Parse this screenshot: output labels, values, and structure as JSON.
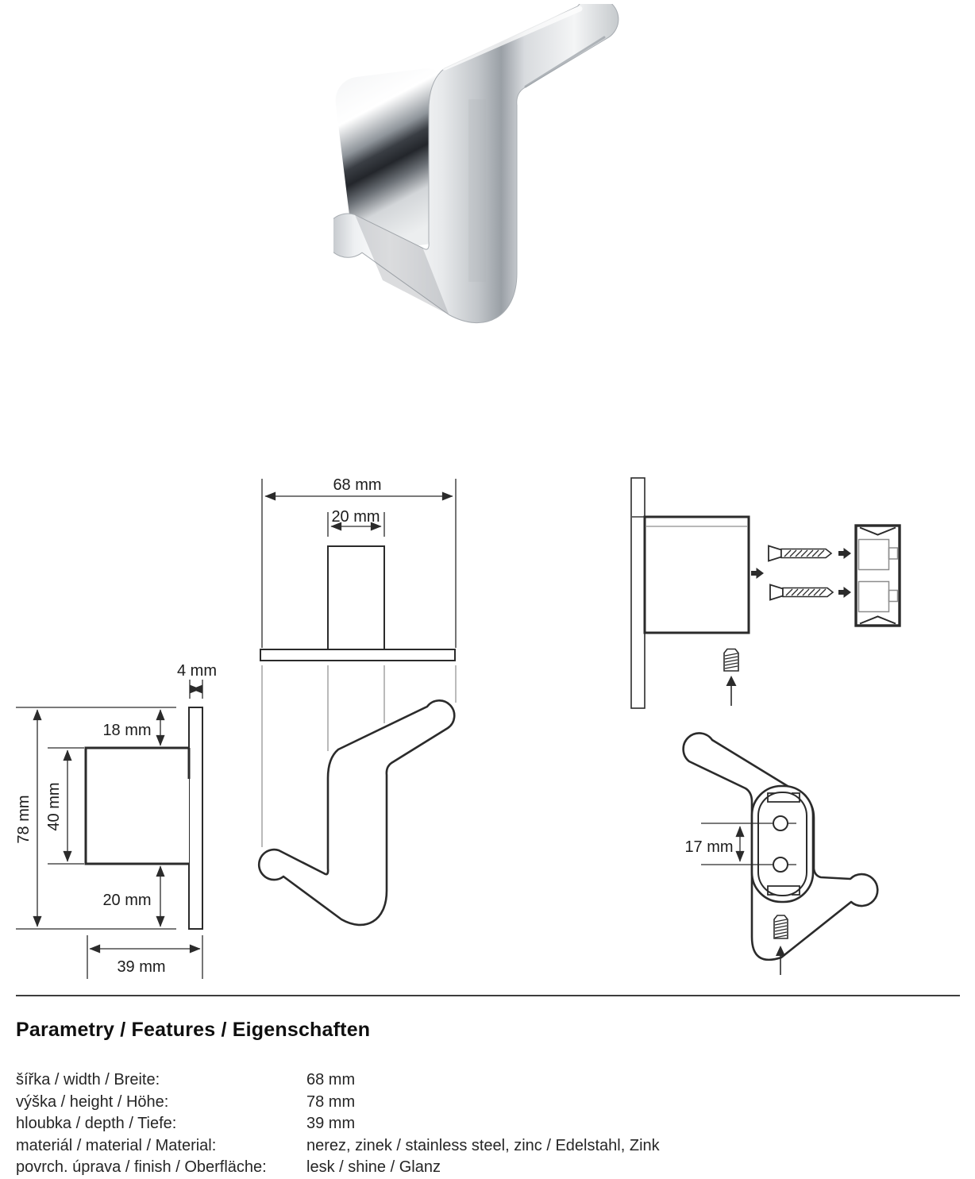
{
  "dimensions": {
    "width_total": "68 mm",
    "stem_width": "20 mm",
    "plate_thickness": "4 mm",
    "top_offset": "18 mm",
    "body_height": "40 mm",
    "height_total": "78 mm",
    "bottom_offset": "20 mm",
    "depth_total": "39 mm",
    "hole_spacing": "17 mm"
  },
  "parameters": {
    "heading": "Parametry / Features / Eigenschaften",
    "rows": [
      {
        "label": "šířka / width / Breite:",
        "value": "68 mm"
      },
      {
        "label": "výška / height / Höhe:",
        "value": "78 mm"
      },
      {
        "label": "hloubka / depth / Tiefe:",
        "value": "39 mm"
      },
      {
        "label": "materiál / material / Material:",
        "value": "nerez, zinek / stainless steel, zinc / Edelstahl, Zink"
      },
      {
        "label": "povrch. úprava / finish / Oberfläche:",
        "value": "lesk / shine / Glanz"
      }
    ]
  },
  "colors": {
    "line": "#2b2b2b",
    "projection": "#8d8d8d",
    "text": "#1c1c1c",
    "separator": "#3d3d3d"
  }
}
